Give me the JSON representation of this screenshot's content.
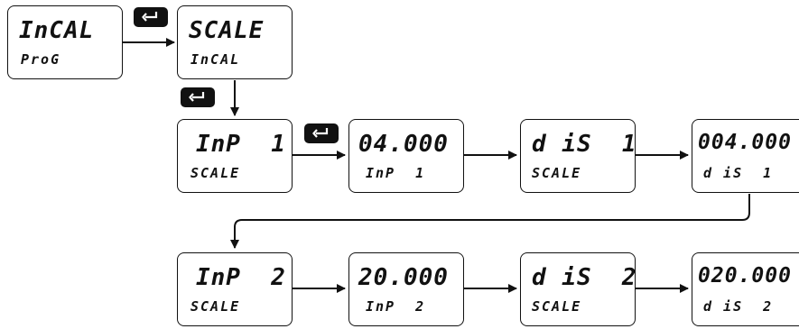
{
  "boxes": {
    "incal_prog": {
      "line1": "InCAL",
      "line2": "ProG"
    },
    "scale_incal": {
      "line1": "SCALE",
      "line2": "InCAL"
    },
    "inp1_scale": {
      "line1": "InP  1",
      "line2": "SCALE"
    },
    "inp1_value": {
      "line1": "04.000",
      "line2": "InP  1"
    },
    "dis1_scale": {
      "line1": "d iS  1",
      "line2": "SCALE"
    },
    "dis1_value": {
      "line1": "004.000",
      "line2": "d iS  1"
    },
    "inp2_scale": {
      "line1": "InP  2",
      "line2": "SCALE"
    },
    "inp2_value": {
      "line1": "20.000",
      "line2": "InP  2"
    },
    "dis2_scale": {
      "line1": "d iS  2",
      "line2": "SCALE"
    },
    "dis2_value": {
      "line1": "020.000",
      "line2": "d iS  2"
    }
  },
  "icons": {
    "enter_key": "enter-key-icon"
  }
}
